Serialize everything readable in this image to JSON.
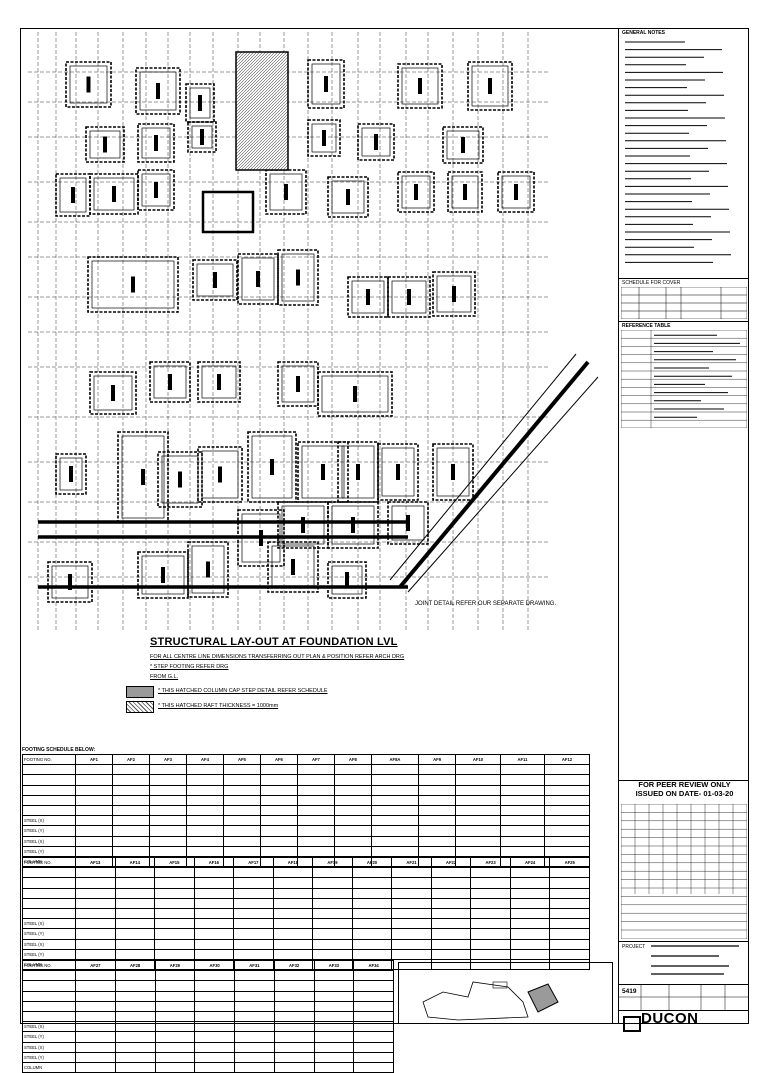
{
  "plan": {
    "caption": "STRUCTURAL LAY-OUT AT FOUNDATION LVL",
    "notes": [
      "FOR ALL CENTRE LINE DIMENSIONS TRANSFERRING OUT PLAN & POSITION REFER ARCH DRG",
      "* STEP FOOTING REFER DRG",
      "FROM G.L.",
      "* THIS HATCHED COLUMN CAP STEP DETAIL REFER SCHEDULE",
      "* THIS HATCHED RAFT THICKNESS = 1000mm"
    ],
    "joint_note": "JOINT DETAIL REFER OUR SEPARATE DRAWING."
  },
  "schedule": {
    "title": "FOOTING SCHEDULE BELOW:",
    "row_labels": [
      "FOOTING NO.",
      "",
      "",
      "",
      "",
      "",
      "STEEL (X)",
      "STEEL (Y)",
      "STEEL (X)",
      "STEEL (Y)",
      "COLUMN"
    ],
    "table1_cols": [
      "AF1",
      "AF2",
      "AF3",
      "AF4",
      "AF5",
      "AF6",
      "AF7",
      "AF8",
      "AF8A",
      "AF9",
      "AF10",
      "AF11",
      "AF12"
    ],
    "table2_cols": [
      "AF13",
      "AF14",
      "AF15",
      "AF16",
      "AF17",
      "AF18",
      "AF19",
      "AF20",
      "AF21",
      "AF22",
      "AF23",
      "AF24",
      "AF25"
    ],
    "table3_cols": [
      "AF27",
      "AF28",
      "AF29",
      "AF30",
      "AF31",
      "AF32",
      "AF33",
      "AF34"
    ]
  },
  "title_block": {
    "general_notes_title": "GENERAL NOTES",
    "schedule_title": "SCHEDULE FOR COVER",
    "reference_title": "REFERENCE TABLE",
    "peer_review": "FOR PEER REVIEW ONLY",
    "issued": "ISSUED ON DATE- 01-03-20",
    "project_label": "PROJECT",
    "job_no": "5419",
    "logo": "DUCON"
  },
  "colors": {
    "ink": "#000000",
    "paper": "#ffffff",
    "hatch": "#9a9a9a"
  }
}
